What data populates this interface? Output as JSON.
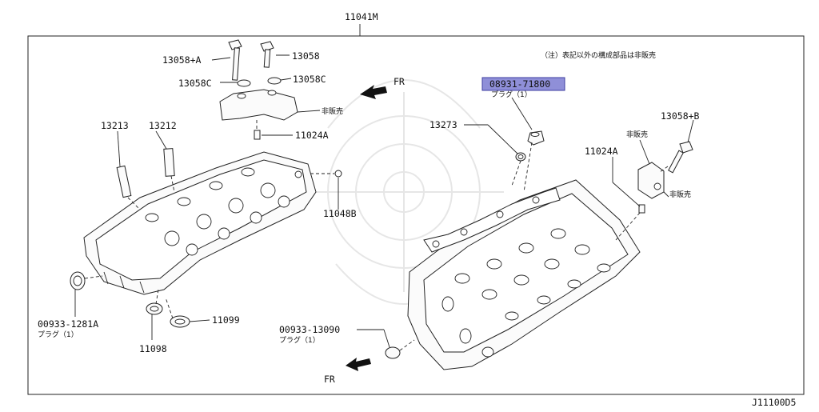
{
  "labels": {
    "assembly": "11041M",
    "note": "（注）表記以外の構成部品は非販売",
    "bolt_a": "13058+A",
    "bolt": "13058",
    "washer_c_left": "13058C",
    "washer_c_right": "13058C",
    "not_sold_1": "非販売",
    "pin_a_left": "11024A",
    "tube_13213": "13213",
    "tube_13212": "13212",
    "dowel_11048b": "11048B",
    "plug_left": "00933-1281A",
    "plug_left_qty": "プラグ（1）",
    "seal_11098": "11098",
    "seal_11099": "11099",
    "fr_top": "FR",
    "fr_bottom": "FR",
    "plug_highlight": "08931-71800",
    "plug_highlight_qty": "プラグ（1）",
    "washer_13273": "13273",
    "bolt_b": "13058+B",
    "not_sold_2": "非販売",
    "pin_a_right": "11024A",
    "not_sold_3": "非販売",
    "plug_bottom": "00933-13090",
    "plug_bottom_qty": "プラグ（1）",
    "diagram_id": "J11100D5"
  },
  "colors": {
    "highlight_fill": "#8f8fd8",
    "highlight_border": "#3c3ca0",
    "line": "#222222"
  }
}
